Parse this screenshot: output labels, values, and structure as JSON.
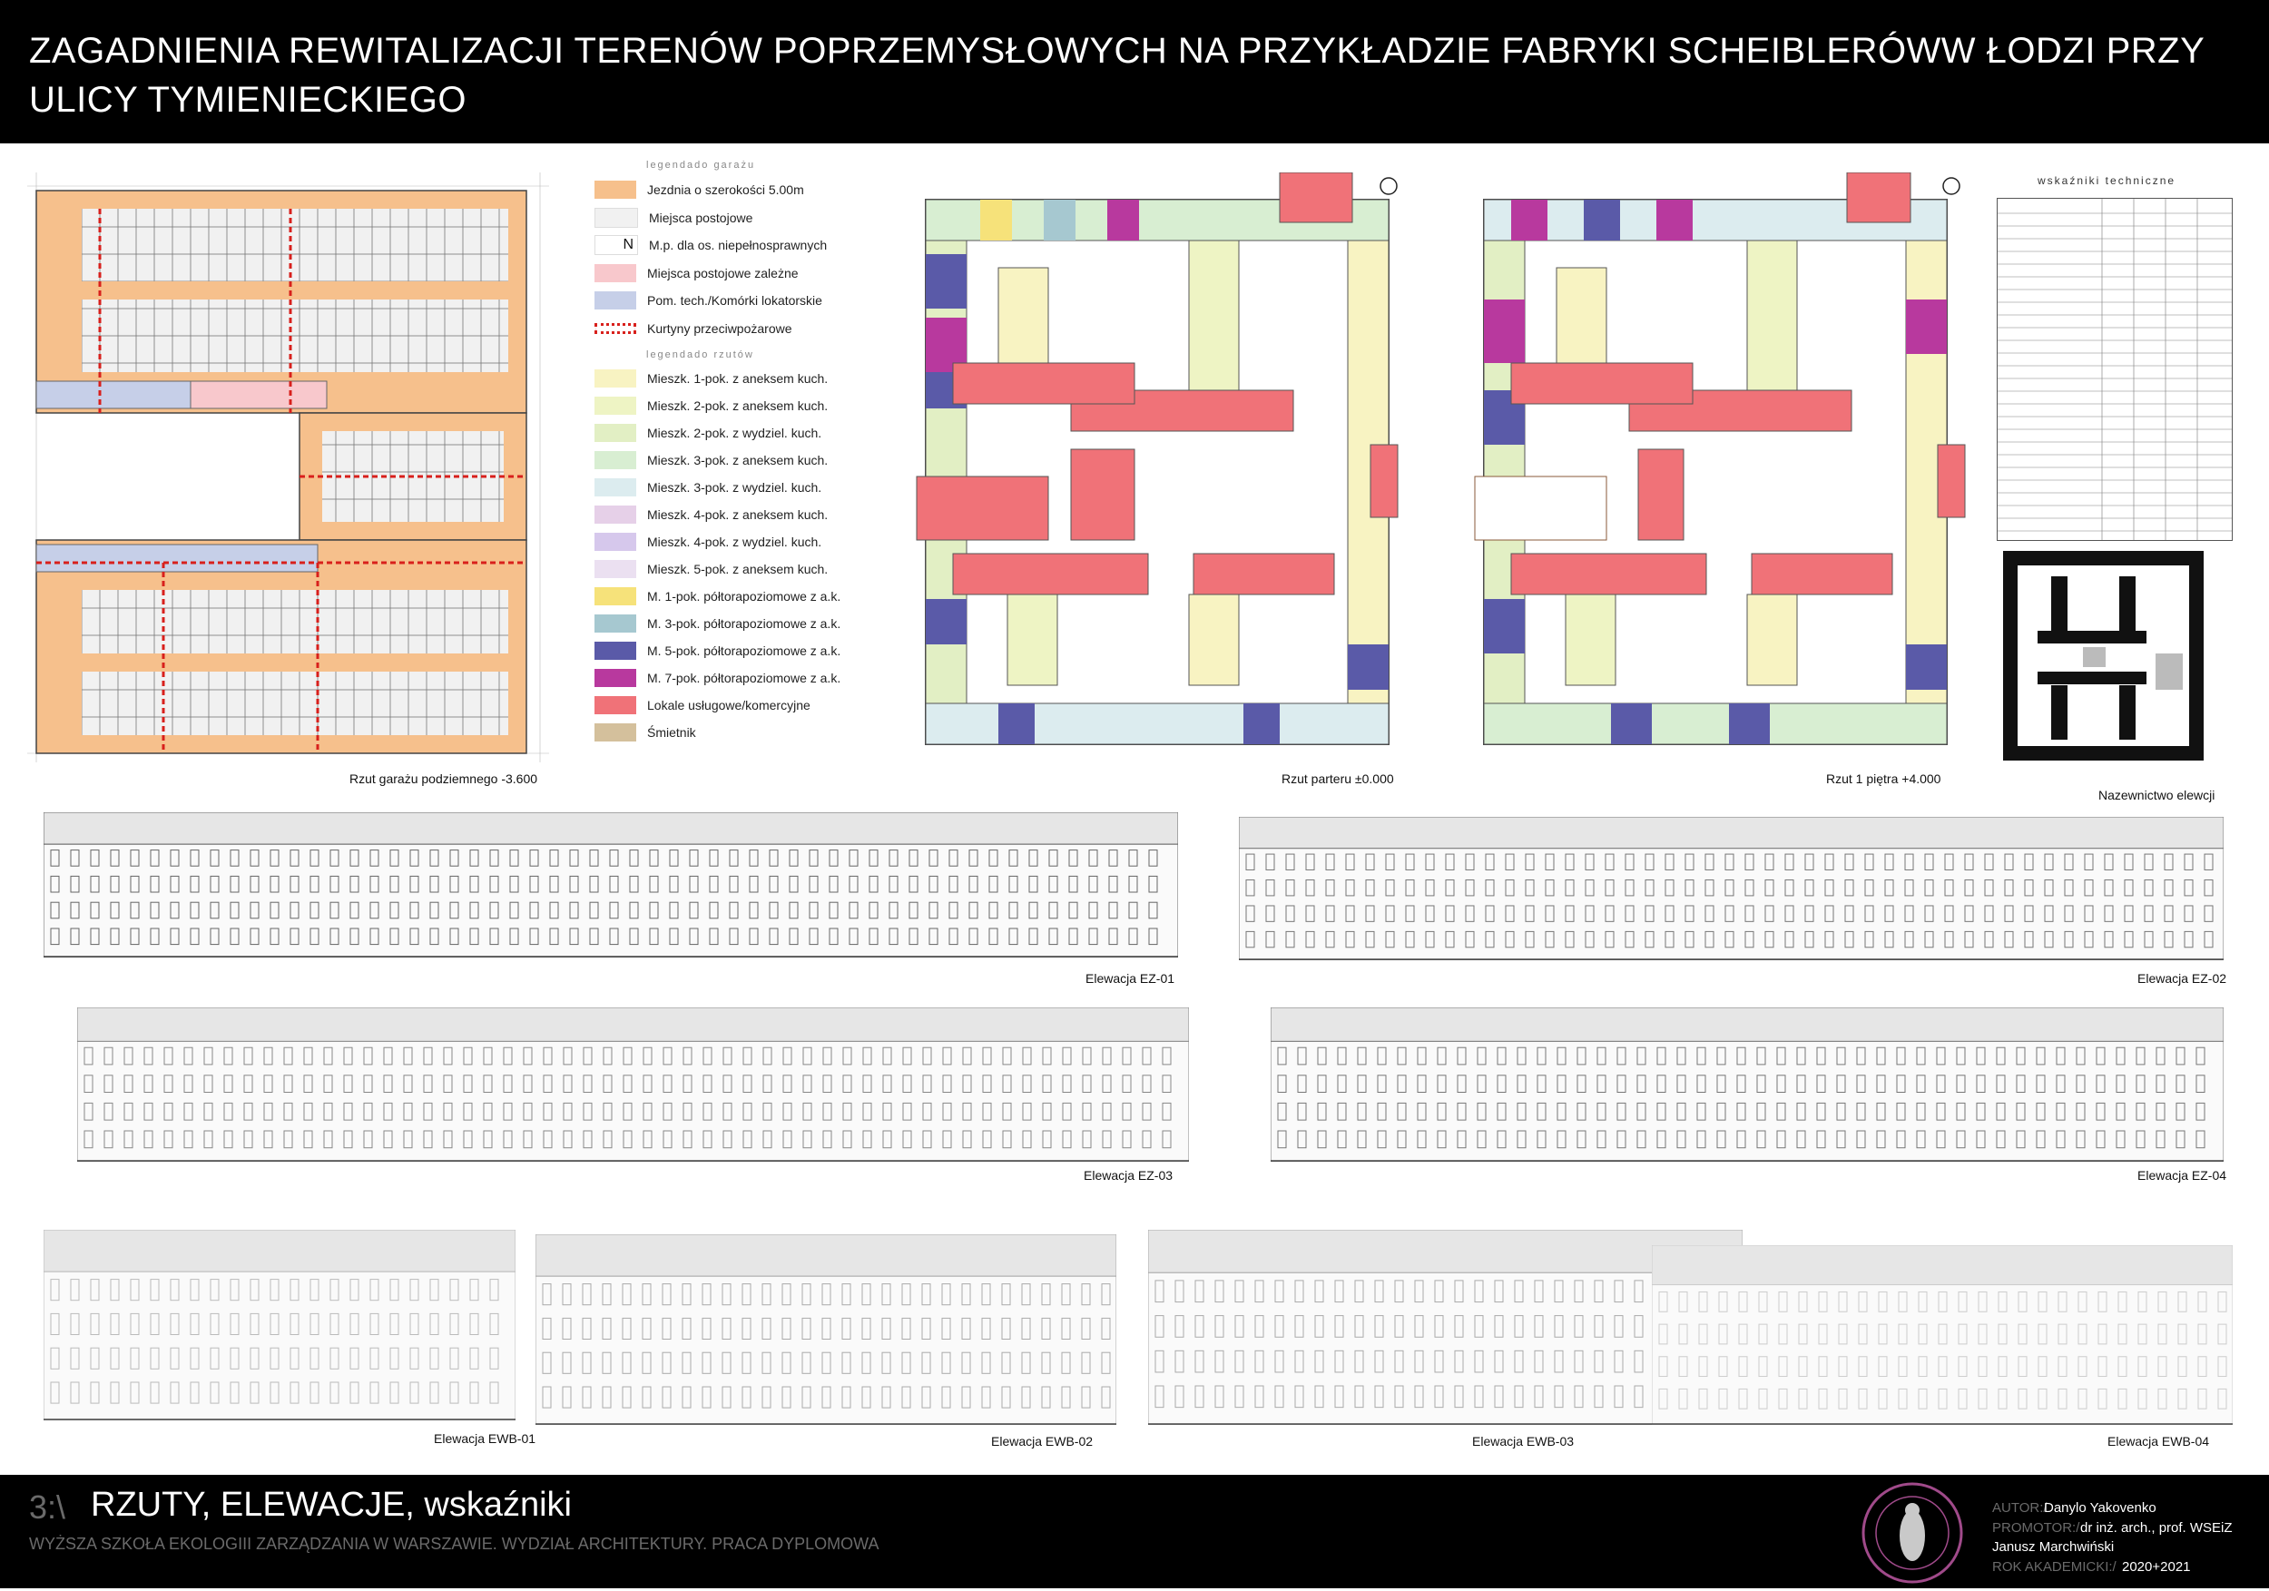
{
  "header": {
    "title_line1": "ZAGADNIENIA  REWITALIZACJI TERENÓW POPRZEMYSŁOWYCH NA PRZYKŁADZIE FABRYKI SCHEIBLERÓWW ŁODZI PRZY",
    "title_line2": "ULICY TYMIENIECKIEGO"
  },
  "legend": {
    "garage_heading": "legendado garażu",
    "garage_items": [
      {
        "label": "Jezdnia o szerokości 5.00m",
        "color": "#f6c08c"
      },
      {
        "label": "Miejsca postojowe",
        "color": "#f1f1f1"
      },
      {
        "label": "M.p. dla os. niepełnosprawnych",
        "symbol": "N",
        "color": "#ffffff"
      },
      {
        "label": "Miejsca postojowe zależne",
        "color": "#f8c8cc"
      },
      {
        "label": "Pom. tech./Komórki lokatorskie",
        "color": "#c6cfe8"
      },
      {
        "label": "Kurtyny przeciwpożarowe",
        "color": "dashed-red"
      }
    ],
    "plans_heading": "legendado rzutów",
    "plan_items": [
      {
        "label": "Mieszk. 1-pok. z aneksem kuch.",
        "color": "#f8f3c2"
      },
      {
        "label": "Mieszk. 2-pok. z aneksem kuch.",
        "color": "#eef4c4"
      },
      {
        "label": "Mieszk. 2-pok. z wydziel. kuch.",
        "color": "#e2efc4"
      },
      {
        "label": "Mieszk. 3-pok. z aneksem kuch.",
        "color": "#d8eed2"
      },
      {
        "label": "Mieszk. 3-pok. z wydziel. kuch.",
        "color": "#dcecef"
      },
      {
        "label": "Mieszk. 4-pok. z aneksem kuch.",
        "color": "#e6d0e8"
      },
      {
        "label": "Mieszk. 4-pok. z wydziel. kuch.",
        "color": "#d6c8ec"
      },
      {
        "label": "Mieszk. 5-pok. z aneksem kuch.",
        "color": "#ebe0f1"
      },
      {
        "label": "M. 1-pok. półtorapoziomowe  z a.k.",
        "color": "#f6e27a"
      },
      {
        "label": "M. 3-pok. półtorapoziomowe  z a.k.",
        "color": "#a6c8d0"
      },
      {
        "label": "M. 5-pok. półtorapoziomowe  z a.k.",
        "color": "#5a5aa8"
      },
      {
        "label": "M. 7-pok. półtorapoziomowe  z a.k.",
        "color": "#b8399e"
      },
      {
        "label": "Lokale usługowe/komercyjne",
        "color": "#f07278"
      },
      {
        "label": "Śmietnik",
        "color": "#d4c09c"
      }
    ]
  },
  "captions": {
    "garage_plan": "Rzut garażu podziemnego  -3.600",
    "ground_plan": "Rzut parteru ±0.000",
    "first_floor_plan": "Rzut 1 piętra  +4.000",
    "elevation_naming": "Nazewnictwo elewcji",
    "stats_heading": "wskaźniki techniczne"
  },
  "elevations": {
    "ez01": "Elewacja EZ-01",
    "ez02": "Elewacja EZ-02",
    "ez03": "Elewacja EZ-03",
    "ez04": "Elewacja EZ-04",
    "ewb01": "Elewacja EWB-01",
    "ewb02": "Elewacja EWB-02",
    "ewb03": "Elewacja EWB-03",
    "ewb04": "Elewacja EWB-04"
  },
  "footer": {
    "number": "3:\\",
    "title": "RZUTY, ELEWACJE, wskaźniki",
    "school": "WYŻSZA SZKOŁA EKOLOGIII ZARZĄDZANIA W WARSZAWIE. WYDZIAŁ ARCHITEKTURY. PRACA DYPLOMOWA",
    "author_label": "AUTOR:/",
    "author": "Danylo Yakovenko",
    "promotor_label": "PROMOTOR:/",
    "promotor": "dr inż. arch., prof. WSEiZ",
    "promotor2": "Janusz Marchwiński",
    "year_label": "ROK AKADEMICKI:/",
    "year": "2020+2021"
  },
  "colors": {
    "road": "#f6c08c",
    "commercial": "#f07278",
    "footer_gray": "#6a6a6a",
    "accent_red": "#b8860b"
  }
}
